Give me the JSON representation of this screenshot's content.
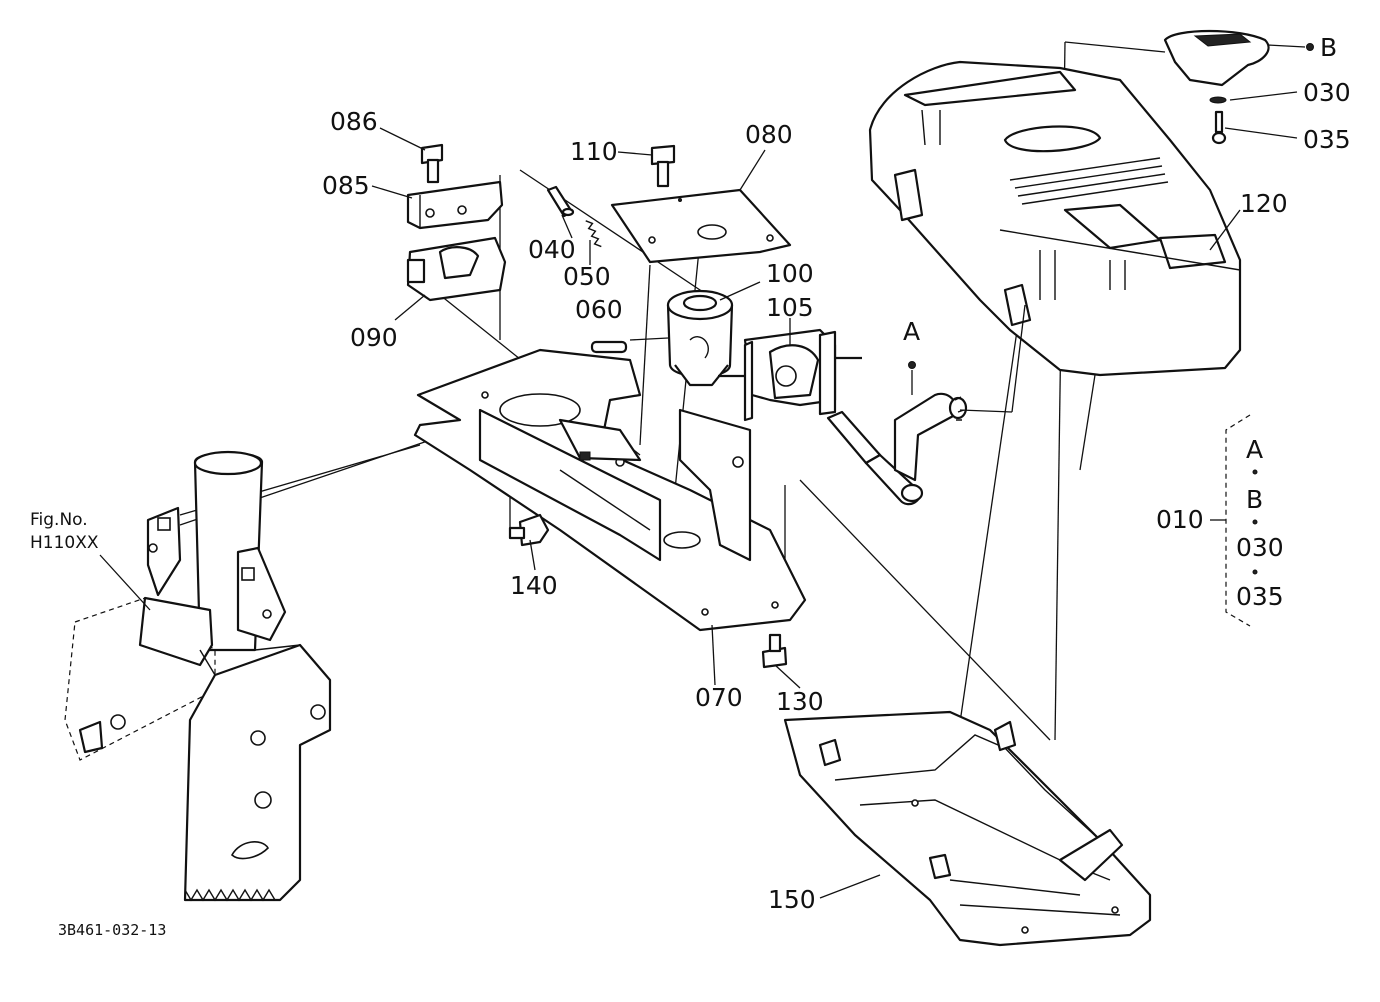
{
  "diagram": {
    "reference_fig_label_1": "Fig.No.",
    "reference_fig_label_2": "H110XX",
    "drawing_number": "3B461-032-13",
    "callouts": [
      {
        "id": "086",
        "text": "086"
      },
      {
        "id": "085",
        "text": "085"
      },
      {
        "id": "090",
        "text": "090"
      },
      {
        "id": "040",
        "text": "040"
      },
      {
        "id": "050",
        "text": "050"
      },
      {
        "id": "060",
        "text": "060"
      },
      {
        "id": "110",
        "text": "110"
      },
      {
        "id": "080",
        "text": "080"
      },
      {
        "id": "100",
        "text": "100"
      },
      {
        "id": "105",
        "text": "105"
      },
      {
        "id": "140",
        "text": "140"
      },
      {
        "id": "070",
        "text": "070"
      },
      {
        "id": "130",
        "text": "130"
      },
      {
        "id": "150",
        "text": "150"
      },
      {
        "id": "120",
        "text": "120"
      },
      {
        "id": "030",
        "text": "030"
      },
      {
        "id": "035",
        "text": "035"
      },
      {
        "id": "B",
        "text": "B"
      },
      {
        "id": "A",
        "text": "A"
      }
    ],
    "kit": {
      "label": "010",
      "items": [
        "A",
        "B",
        "030",
        "035"
      ]
    }
  }
}
